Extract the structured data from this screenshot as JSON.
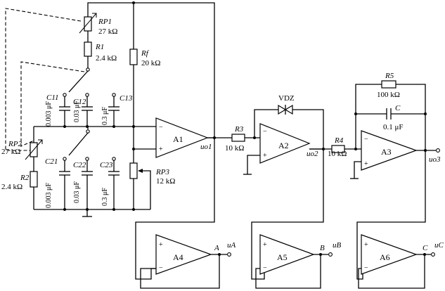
{
  "labels": {
    "rp1_name": "RP1",
    "rp1_value": "27 kΩ",
    "r1_name": "R1",
    "r1_value": "2.4 kΩ",
    "rf_name": "Rf",
    "rf_value": "20 kΩ",
    "c11_name": "C11",
    "c11_value": "0.003 μF",
    "c12_name": "C12",
    "c12_value": "0.03 μF",
    "c13_name": "C13",
    "c13_value": "0.3 μF",
    "rp2_name": "RP2",
    "rp2_value": "27 kΩ",
    "r2_name": "R2",
    "r2_value": "2.4 kΩ",
    "c21_name": "C21",
    "c21_value": "0.003 μF",
    "c22_name": "C22",
    "c22_value": "0.03 μF",
    "c23_name": "C23",
    "c23_value": "0.3 μF",
    "rp3_name": "RP3",
    "rp3_value": "12 kΩ",
    "a1": "A1",
    "uo1": "uo1",
    "r3_name": "R3",
    "r3_value": "10 kΩ",
    "vdz": "VDZ",
    "a2": "A2",
    "uo2": "uo2",
    "r4_name": "R4",
    "r4_value": "10 kΩ",
    "r5_name": "R5",
    "r5_value": "100 kΩ",
    "c_name": "C",
    "c_value": "0.1 μF",
    "a3": "A3",
    "uo3": "uo3",
    "a4": "A4",
    "node_a": "A",
    "ua": "uA",
    "a5": "A5",
    "node_b": "B",
    "ub": "uB",
    "a6": "A6",
    "node_c": "C",
    "uc": "uC",
    "minus": "−",
    "plus": "+"
  }
}
